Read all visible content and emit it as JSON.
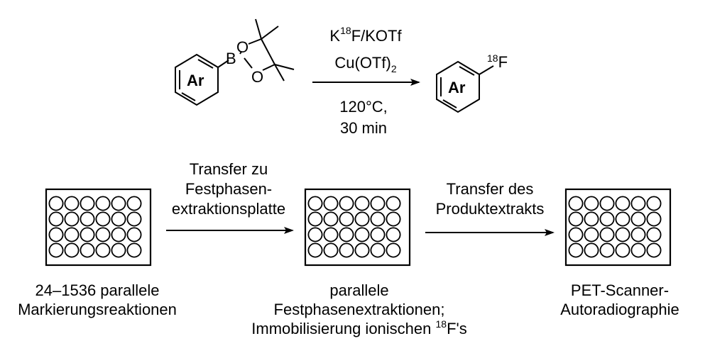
{
  "reaction": {
    "reactant": {
      "ring_label": "Ar",
      "boron": "B",
      "oxygen_top": "O",
      "oxygen_bottom": "O"
    },
    "product": {
      "ring_label": "Ar",
      "isotope": "18",
      "element": "F"
    },
    "conditions": {
      "reagent1_prefix": "K",
      "reagent1_sup": "18",
      "reagent1_suffix": "F/KOTf",
      "reagent2_main": "Cu(OTf)",
      "reagent2_sub": "2",
      "temperature": "120°C,",
      "time": "30 min"
    }
  },
  "workflow": {
    "plates": [
      {
        "rows": 4,
        "cols": 6
      },
      {
        "rows": 4,
        "cols": 6
      },
      {
        "rows": 4,
        "cols": 6
      }
    ],
    "steps": [
      {
        "lines": [
          "24–1536 parallele",
          "Markierungsreaktionen"
        ]
      },
      {
        "line1": "parallele",
        "line2": "Festphasenextraktionen;",
        "line3_prefix": "Immobilisierung ionischen ",
        "line3_sup": "18",
        "line3_suffix": "F's"
      },
      {
        "lines": [
          "PET-Scanner-",
          "Autoradiographie"
        ]
      }
    ],
    "transfers": [
      {
        "lines": [
          "Transfer zu",
          "Festphasen-",
          "extraktionsplatte"
        ]
      },
      {
        "lines": [
          "Transfer des",
          "Produktextrakts"
        ]
      }
    ]
  }
}
